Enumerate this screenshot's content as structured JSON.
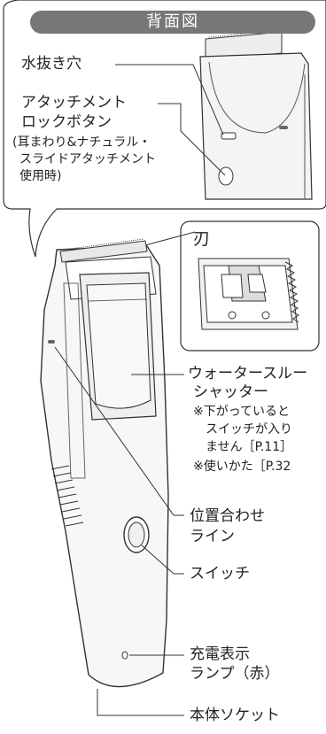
{
  "header": {
    "title": "背面図"
  },
  "back_view": {
    "drain_hole": "水抜き穴",
    "attach_lock_line1": "アタッチメント",
    "attach_lock_line2": "ロックボタン",
    "attach_note1": "(耳まわり&ナチュラル・",
    "attach_note2": "スライドアタッチメント",
    "attach_note3": "使用時)"
  },
  "blade": {
    "label": "刃"
  },
  "main_view": {
    "waterthrough_line1": "ウォータースルー",
    "waterthrough_line2": "シャッター",
    "note1_line1": "※下がっていると",
    "note1_line2": "スイッチが入り",
    "note1_line3": "ません［P.11］",
    "note2": "※使いかた［P.32",
    "alignment_line1": "位置合わせ",
    "alignment_line2": "ライン",
    "switch": "スイッチ",
    "charge_line1": "充電表示",
    "charge_line2": "ランプ（赤）",
    "socket": "本体ソケット"
  }
}
